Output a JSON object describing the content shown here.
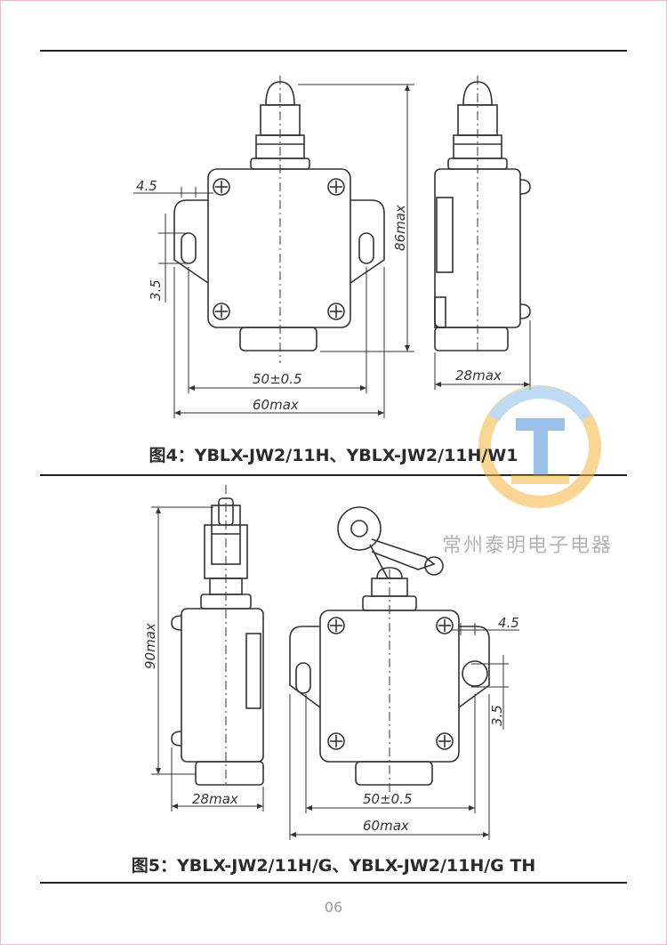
{
  "figure4": {
    "caption": "图4：YBLX-JW2/11H、YBLX-JW2/11H/W1",
    "dims": {
      "hole_dia": "4.5",
      "hole_pitch": "3.5",
      "height": "86max",
      "mount": "50±0.5",
      "width": "60max",
      "depth": "28max"
    }
  },
  "figure5": {
    "caption": "图5：YBLX-JW2/11H/G、YBLX-JW2/11H/G TH",
    "dims": {
      "height": "90max",
      "depth": "28max",
      "hole_dia": "4.5",
      "hole_pitch": "3.5",
      "mount": "50±0.5",
      "width": "60max"
    }
  },
  "watermark": {
    "text": "常州泰明电子电器"
  },
  "page_number": "06",
  "colors": {
    "rule": "#222222",
    "frame": "#f2b8cf",
    "watermark_orange": "#f5b53c",
    "watermark_blue": "#4a90d9"
  }
}
